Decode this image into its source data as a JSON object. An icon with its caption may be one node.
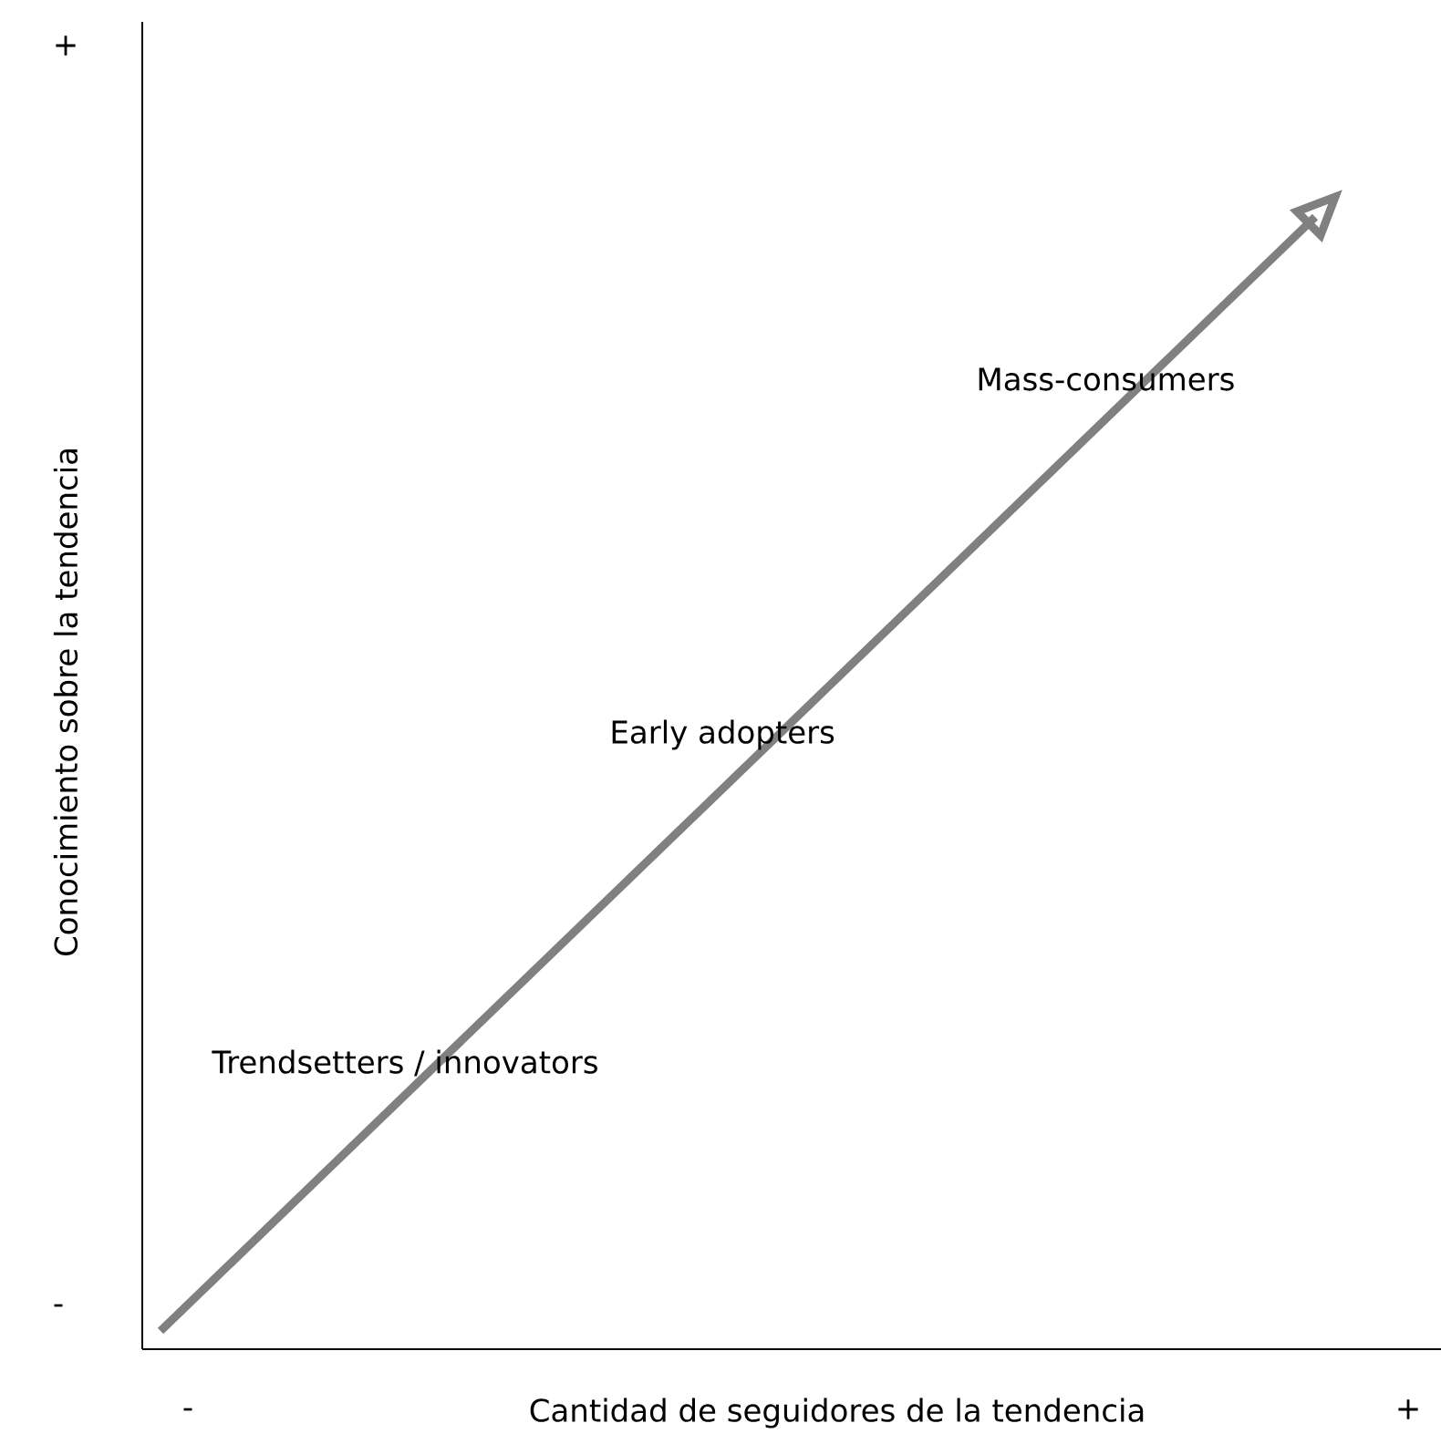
{
  "diagram": {
    "labels": [
      "+",
      "Conocimiento sobre la tendencia",
      "Mass-consumers",
      "Early adopters",
      "Trendsetters / innovators",
      "-",
      "-",
      "Cantidad de seguidores de la tendencia",
      "+"
    ]
  }
}
